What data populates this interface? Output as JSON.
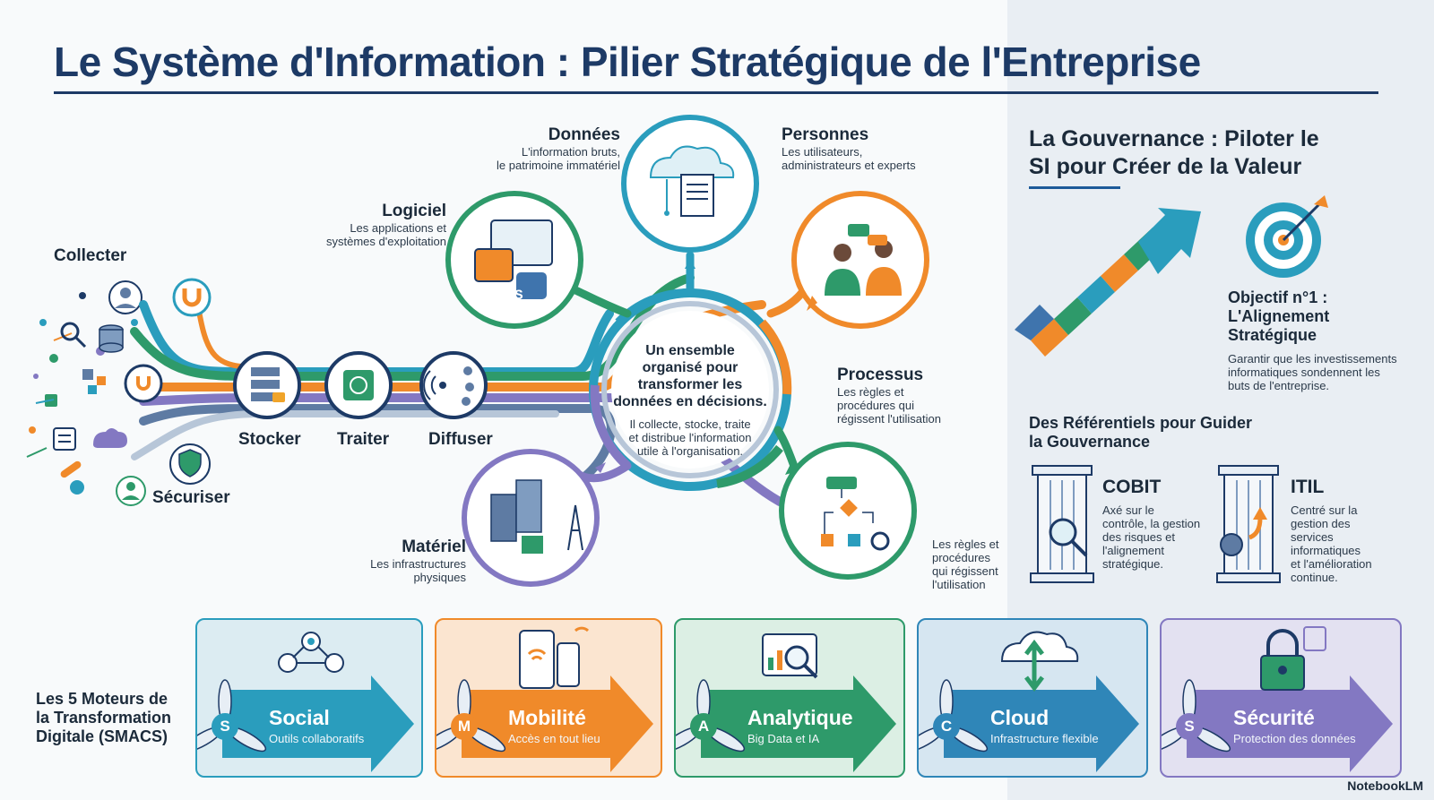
{
  "title": "Le Système d'Information : Pilier Stratégique de l'Entreprise",
  "colors": {
    "teal": "#2a9dbd",
    "green": "#2e9a6a",
    "orange": "#f08a2a",
    "purple": "#8378c2",
    "navy": "#1d3a66"
  },
  "pipeline": {
    "collect": "Collecter",
    "secure": "Sécuriser",
    "store": "Stocker",
    "process": "Traiter",
    "distribute": "Diffuser"
  },
  "center": {
    "main": [
      "Un ensemble",
      "organisé pour",
      "transformer les",
      "données en décisions."
    ],
    "sub": [
      "Il collecte, stocke, traite",
      "et distribue l'information",
      "utile à l'organisation."
    ]
  },
  "components": {
    "donnees": {
      "title": "Données",
      "desc": [
        "L'information bruts,",
        "le patrimoine immatériel"
      ]
    },
    "personnes": {
      "title": "Personnes",
      "desc": [
        "Les utilisateurs,",
        "administrateurs et experts"
      ]
    },
    "logiciel": {
      "title": "Logiciel",
      "desc": [
        "Les applications et",
        "systèmes d'exploitation"
      ],
      "os_label": "OS"
    },
    "processus": {
      "title": "Processus",
      "desc": [
        "Les règles et",
        "procédures qui",
        "régissent l'utilisation"
      ]
    },
    "materiel": {
      "title": "Matériel",
      "desc": [
        "Les infrastructures",
        "physiques"
      ]
    },
    "processus_note": [
      "Les règles et",
      "procédures",
      "qui régissent",
      "l'utilisation"
    ]
  },
  "governance": {
    "title": [
      "La Gouvernance : Piloter le",
      "SI pour Créer de la Valeur"
    ],
    "objective_title": [
      "Objectif n°1 :",
      "L'Alignement",
      "Stratégique"
    ],
    "objective_desc": [
      "Garantir que les investissements",
      "informatiques sondennent les",
      "buts de l'entreprise."
    ],
    "ref_title": [
      "Des Référentiels pour Guider",
      "la Gouvernance"
    ],
    "frameworks": [
      {
        "name": "COBIT",
        "desc": [
          "Axé sur le",
          "contrôle, la gestion",
          "des risques et",
          "l'alignement",
          "stratégique."
        ]
      },
      {
        "name": "ITIL",
        "desc": [
          "Centré sur la",
          "gestion des",
          "services",
          "informatiques",
          "et l'amélioration",
          "continue."
        ]
      }
    ]
  },
  "smacs": {
    "label": [
      "Les 5 Moteurs de",
      "la Transformation",
      "Digitale (SMACS)"
    ],
    "cards": [
      {
        "letter": "S",
        "name": "Social",
        "desc": "Outils collaboratifs",
        "icon": "people-network-icon",
        "color": "#2a9dbd",
        "bg": "#dcecf2"
      },
      {
        "letter": "M",
        "name": "Mobilité",
        "desc": "Accès en tout lieu",
        "icon": "mobile-devices-icon",
        "color": "#f08a2a",
        "bg": "#fbe5d0"
      },
      {
        "letter": "A",
        "name": "Analytique",
        "desc": "Big Data et IA",
        "icon": "analytics-icon",
        "color": "#2e9a6a",
        "bg": "#dcefe4"
      },
      {
        "letter": "C",
        "name": "Cloud",
        "desc": "Infrastructure flexible",
        "icon": "cloud-icon",
        "color": "#2f86b8",
        "bg": "#d6e6f1"
      },
      {
        "letter": "S",
        "name": "Sécurité",
        "desc": "Protection des données",
        "icon": "padlock-icon",
        "color": "#8378c2",
        "bg": "#e3e1f1"
      }
    ]
  },
  "watermark": "NotebookLM"
}
